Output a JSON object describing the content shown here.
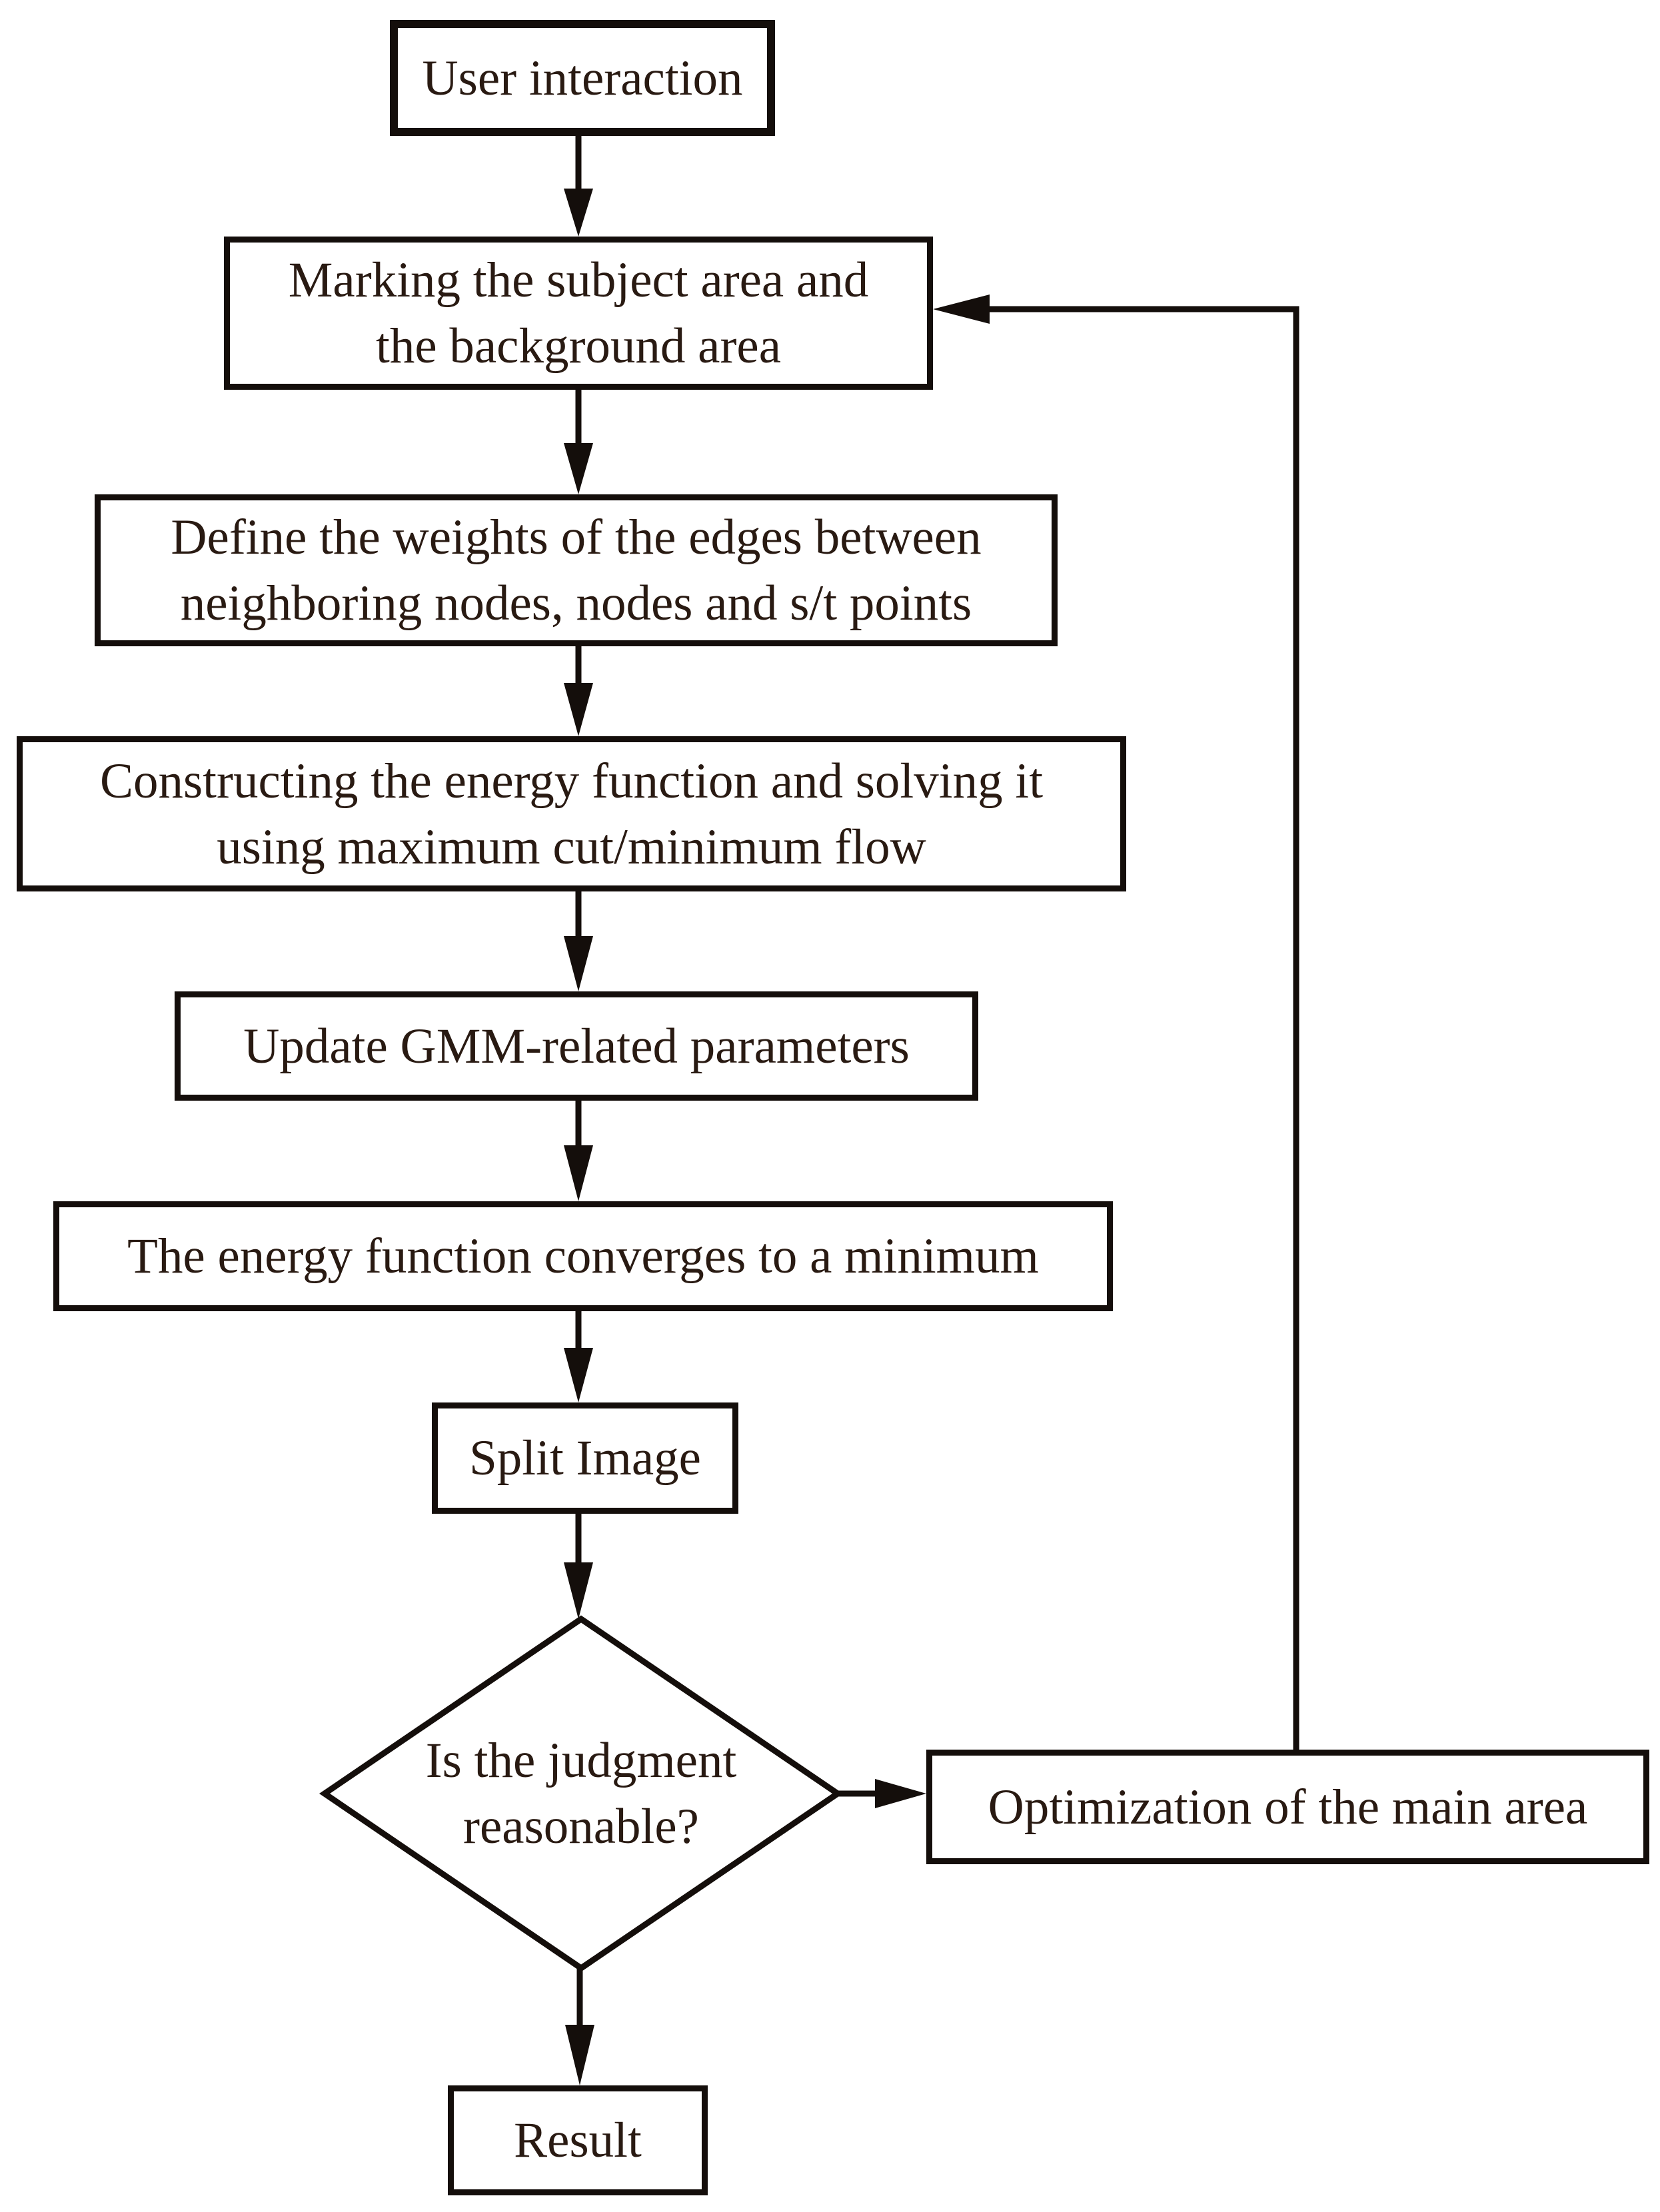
{
  "flowchart": {
    "nodes": {
      "user_interaction": {
        "label": "User interaction"
      },
      "marking": {
        "line1": "Marking the subject area and",
        "line2": "the background area"
      },
      "define_weights": {
        "line1": "Define the weights of the edges between",
        "line2": "neighboring nodes, nodes and s/t points"
      },
      "construct_energy": {
        "line1": "Constructing the energy function and solving it",
        "line2": "using maximum cut/minimum flow"
      },
      "update_gmm": {
        "label": "Update GMM-related parameters"
      },
      "converge": {
        "label": "The energy function converges to a minimum"
      },
      "split_image": {
        "label": "Split Image"
      },
      "judgment": {
        "line1": "Is the judgment",
        "line2": "reasonable?"
      },
      "optimization": {
        "label": "Optimization of the main area"
      },
      "result": {
        "label": "Result"
      }
    },
    "colors": {
      "stroke": "#140e0b",
      "text": "#291a12",
      "background": "#ffffff"
    }
  }
}
